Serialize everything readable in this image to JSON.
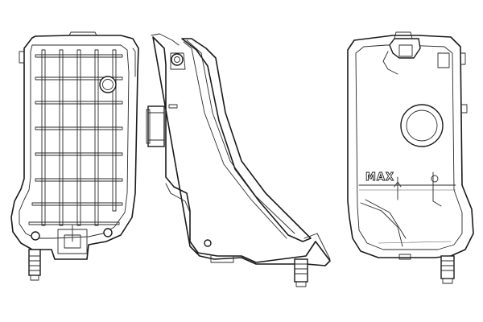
{
  "views": {
    "rear": {
      "name": "rear-view"
    },
    "side": {
      "name": "side-view"
    },
    "front": {
      "name": "front-view",
      "level_mark": "MAX"
    }
  }
}
